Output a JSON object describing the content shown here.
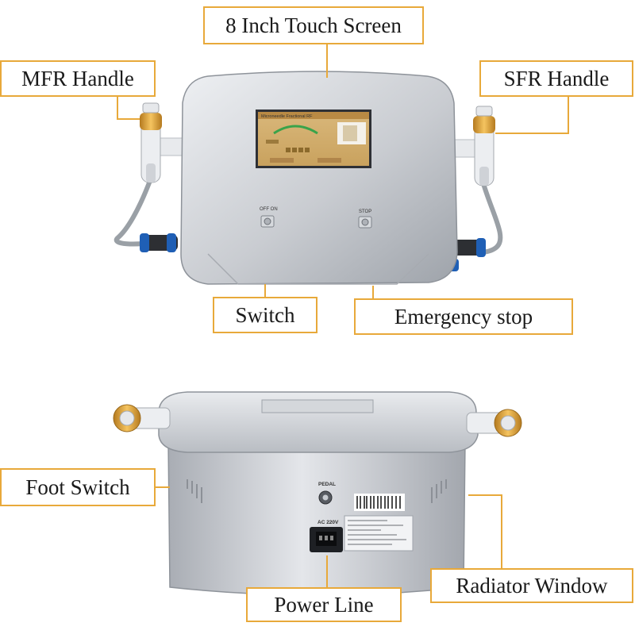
{
  "callouts": {
    "touch_screen": "8 Inch Touch Screen",
    "mfr_handle": "MFR Handle",
    "sfr_handle": "SFR Handle",
    "switch": "Switch",
    "emergency_stop": "Emergency stop",
    "foot_switch": "Foot Switch",
    "radiator_window": "Radiator Window",
    "power_line": "Power Line"
  },
  "device_labels": {
    "off_on": "OFF ON",
    "stop": "STOP",
    "pedal": "PEDAL",
    "ac": "AC 220V",
    "screen_title": "Microneedle Fractional RF"
  },
  "colors": {
    "callout_border": "#e8a93a",
    "device_body": "#c9ccd1",
    "handle_gold": "#e2a640",
    "connector_blue": "#1f5fb5"
  }
}
